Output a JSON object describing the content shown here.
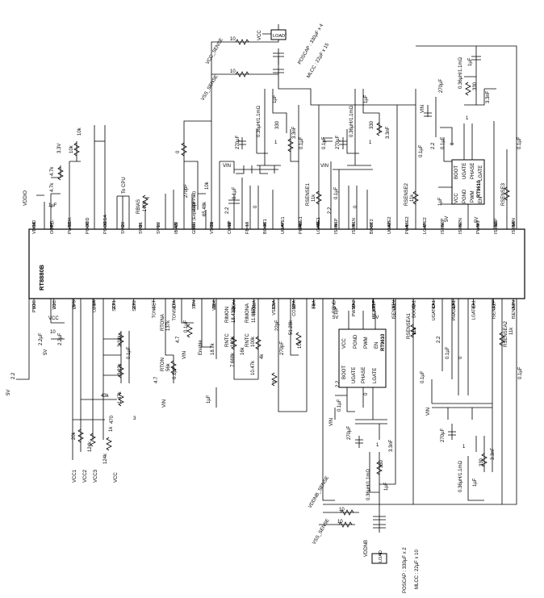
{
  "main_ic": {
    "part": "RT8880B",
    "top_pins": [
      {
        "label": "PVCC",
        "num": "50"
      },
      {
        "label": "VCC",
        "num": "26"
      },
      {
        "label": "OFS",
        "num": "25"
      },
      {
        "label": "OFSA",
        "num": "24"
      },
      {
        "label": "SET1",
        "num": "23"
      },
      {
        "label": "SET2",
        "num": "28"
      },
      {
        "label": "TONSET",
        "num": "4"
      },
      {
        "label": "TONSETA",
        "num": "40"
      },
      {
        "label": "EN",
        "num": "37"
      },
      {
        "label": "V064",
        "num": "36"
      },
      {
        "label": "IMON",
        "num": "1"
      },
      {
        "label": "IMONA",
        "num": "31"
      },
      {
        "label": "VSENA",
        "num": "32"
      },
      {
        "label": "COMPA",
        "num": "33"
      },
      {
        "label": "FBA",
        "num": "34"
      },
      {
        "label": "RGND",
        "num": "3"
      },
      {
        "label": "PWMA2",
        "num": "38"
      },
      {
        "label": "ISENA1P",
        "num": "35"
      },
      {
        "label": "ISENA1N",
        "num": "36"
      },
      {
        "label": "BOOTA1",
        "num": "42"
      },
      {
        "label": "UGATEA1",
        "num": "43"
      },
      {
        "label": "PHASEA1",
        "num": "44"
      },
      {
        "label": "LGATEA1",
        "num": "45"
      },
      {
        "label": "ISENA2P",
        "num": "33"
      },
      {
        "label": "ISENA2N",
        "num": "34"
      }
    ],
    "bottom_pins": [
      {
        "label": "VDDIO",
        "num": "18"
      },
      {
        "label": "OCP_L",
        "num": "27"
      },
      {
        "label": "PWROK",
        "num": "19"
      },
      {
        "label": "PGOOD",
        "num": "39"
      },
      {
        "label": "PGOODA",
        "num": "38"
      },
      {
        "label": "SVC",
        "num": "20"
      },
      {
        "label": "SVD",
        "num": "21"
      },
      {
        "label": "SVT",
        "num": "22"
      },
      {
        "label": "IBIAS",
        "num": "29"
      },
      {
        "label": "GND",
        "num": "53 (Exposed Pad)"
      },
      {
        "label": "VSEN",
        "num": "11"
      },
      {
        "label": "COMP",
        "num": "12"
      },
      {
        "label": "FB",
        "num": "13"
      },
      {
        "label": "BOOT1",
        "num": "46"
      },
      {
        "label": "UGATE1",
        "num": "47"
      },
      {
        "label": "PHASE1",
        "num": "48"
      },
      {
        "label": "LGATE1",
        "num": "49"
      },
      {
        "label": "ISEN1P",
        "num": "8"
      },
      {
        "label": "ISEN1N",
        "num": "7"
      },
      {
        "label": "BOOT2",
        "num": "51"
      },
      {
        "label": "UGATE2",
        "num": "52"
      },
      {
        "label": "PHASE2",
        "num": "1"
      },
      {
        "label": "LGATE2",
        "num": "2"
      },
      {
        "label": "ISEN2P",
        "num": "5"
      },
      {
        "label": "ISEN2N",
        "num": "6"
      },
      {
        "label": "PWM3",
        "num": "9"
      },
      {
        "label": "ISEN3P",
        "num": "10"
      },
      {
        "label": "ISEN3N",
        "num": "14"
      }
    ]
  },
  "drivers": [
    {
      "part": "RT9610",
      "pins": [
        "BOOT",
        "UGATE",
        "PHASE",
        "LGATE",
        "PGND",
        "PWM",
        "VCC",
        "EN"
      ]
    },
    {
      "part": "RT9610",
      "pins": [
        "BOOT",
        "UGATE",
        "PHASE",
        "LGATE",
        "PGND",
        "PWM",
        "VCC",
        "EN"
      ]
    }
  ],
  "annotations": {
    "to_cpu": "To CPU",
    "vddio": "VDDIO",
    "v33": "3.3V",
    "v5": "5V",
    "vin": "VIN",
    "vcc_sense": "VCC_SENSE",
    "vss_sense": "VSS_SENSE",
    "vddnb_sense": "VDDNB_SENSE",
    "vss_sense2": "VSS_SENSE",
    "vcc": "VCC",
    "vddnb": "VDDNB",
    "load": "LOAD",
    "poscap_top": "POSCAP : 330µF x 4",
    "mlcc_top": "MLCC : 22µF x 15",
    "poscap_bot": "POSCAP : 330µF x 2",
    "mlcc_bot": "MLCC : 22µF x 10",
    "enable": "Enable",
    "vcc1": "VCC1",
    "vcc2": "VCC2",
    "vcc3": "VCC3"
  },
  "components": {
    "r_top_a": "10",
    "r_top_b": "10",
    "r_bot_a": "10",
    "r_bot_b": "10",
    "ind": "0.36µH/1.1mΩ",
    "r330": "330",
    "c33n": "3.3nF",
    "c01u": "0.1µF",
    "c1u": "1µF",
    "c22u": "2.2µF",
    "c270": "270µF",
    "r22": "2.2",
    "r1": "1",
    "r0": "0",
    "r10": "10",
    "r10k": "10k",
    "r47k": "4.7k",
    "r11k": "11k",
    "rbias": "RBIAS",
    "rbias_val": "100k",
    "rsense": "RSENSE1",
    "rsense2": "RSENSE2",
    "rsense3": "RSENSE3",
    "rsensea1": "RSENSEA1",
    "rsensea2": "RSENSEA2",
    "c270p": "270pF",
    "c22p": "22pF",
    "r6548k": "65.48k",
    "r5128k": "51.28k",
    "r187k": "18.7k",
    "r187k2": "18.7k",
    "r16k": "16k",
    "r7668k": "7.668k",
    "r1047k": "10.47k",
    "r4k": "4k",
    "rimon": "RIMON",
    "rimona": "RIMONA",
    "rntc": "RNTC",
    "rntc2": "RNTC",
    "ntc_val": "100k",
    "r18432k": "18.432k",
    "r11687k": "11.687k",
    "rton": "RTON",
    "rtona": "RTONA",
    "rton_val": "56k",
    "rtona_val": "137k",
    "r47": "4.7",
    "r43k": "43k",
    "r20k": "20k",
    "r1k": "1k",
    "r124k": "124k",
    "r32k": "3.32k",
    "r147k": "1.47k",
    "r3": "3",
    "r470": "470",
    "r2": "2"
  }
}
